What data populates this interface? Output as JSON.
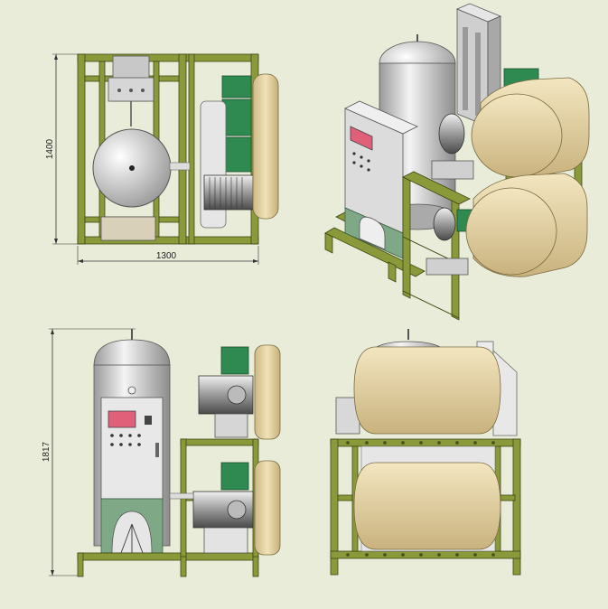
{
  "views": {
    "top_view": {
      "width_dimension": "1300",
      "height_dimension": "1400"
    },
    "front_view": {
      "height_dimension": "1817"
    },
    "isometric_view": {},
    "side_view": {}
  },
  "colors": {
    "background": "#e9ecd9",
    "frame": "#8a9a3a",
    "frame_dark": "#4f5a1d",
    "tank": "#c9c9c9",
    "cabinet": "#d8d8d8",
    "pulley": "#e8d6a6",
    "motor_green": "#2f8a52",
    "display": "#e0607a"
  }
}
